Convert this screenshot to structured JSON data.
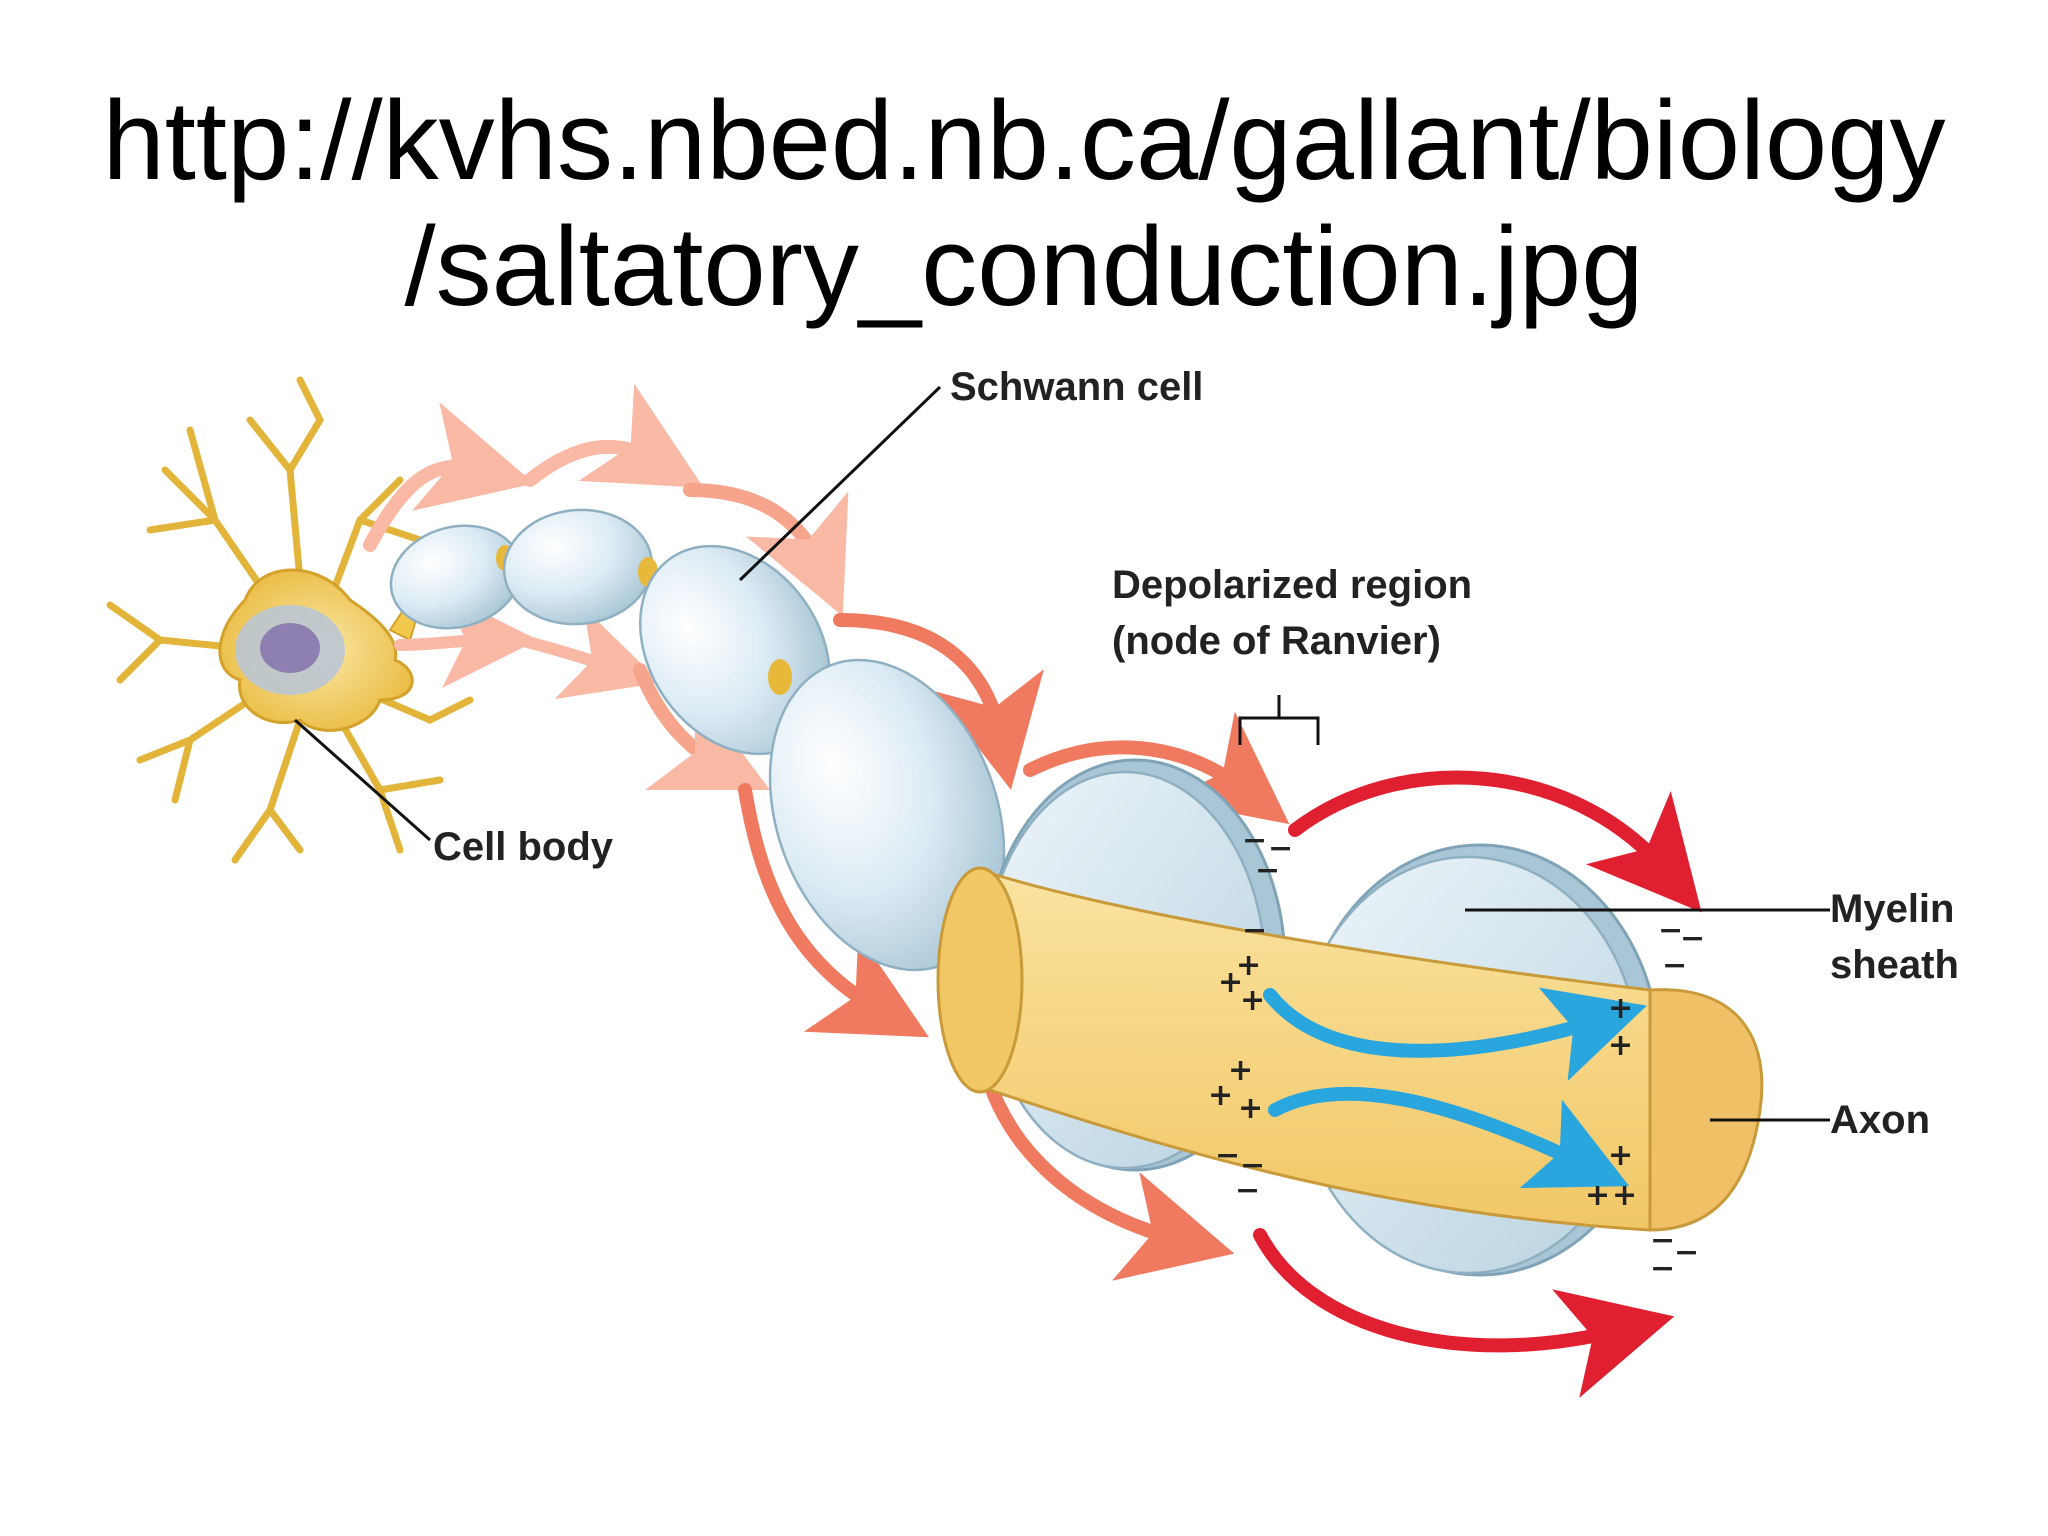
{
  "slide": {
    "title_line1": "http://kvhs.nbed.nb.ca/gallant/biology",
    "title_line2": "/saltatory_conduction.jpg"
  },
  "diagram": {
    "labels": {
      "schwann_cell": "Schwann cell",
      "cell_body": "Cell body",
      "depolarized_line1": "Depolarized region",
      "depolarized_line2": "(node of Ranvier)",
      "myelin_line1": "Myelin",
      "myelin_line2": "sheath",
      "axon": "Axon"
    },
    "colors": {
      "neuron": "#f2c94c",
      "axon": "#f7d98a",
      "myelin": "#d6e8f2",
      "faint_arrow": "#f9b9a5",
      "mid_arrow": "#ef7a60",
      "strong_arrow": "#e02030",
      "current_arrow": "#2aa6de"
    }
  }
}
